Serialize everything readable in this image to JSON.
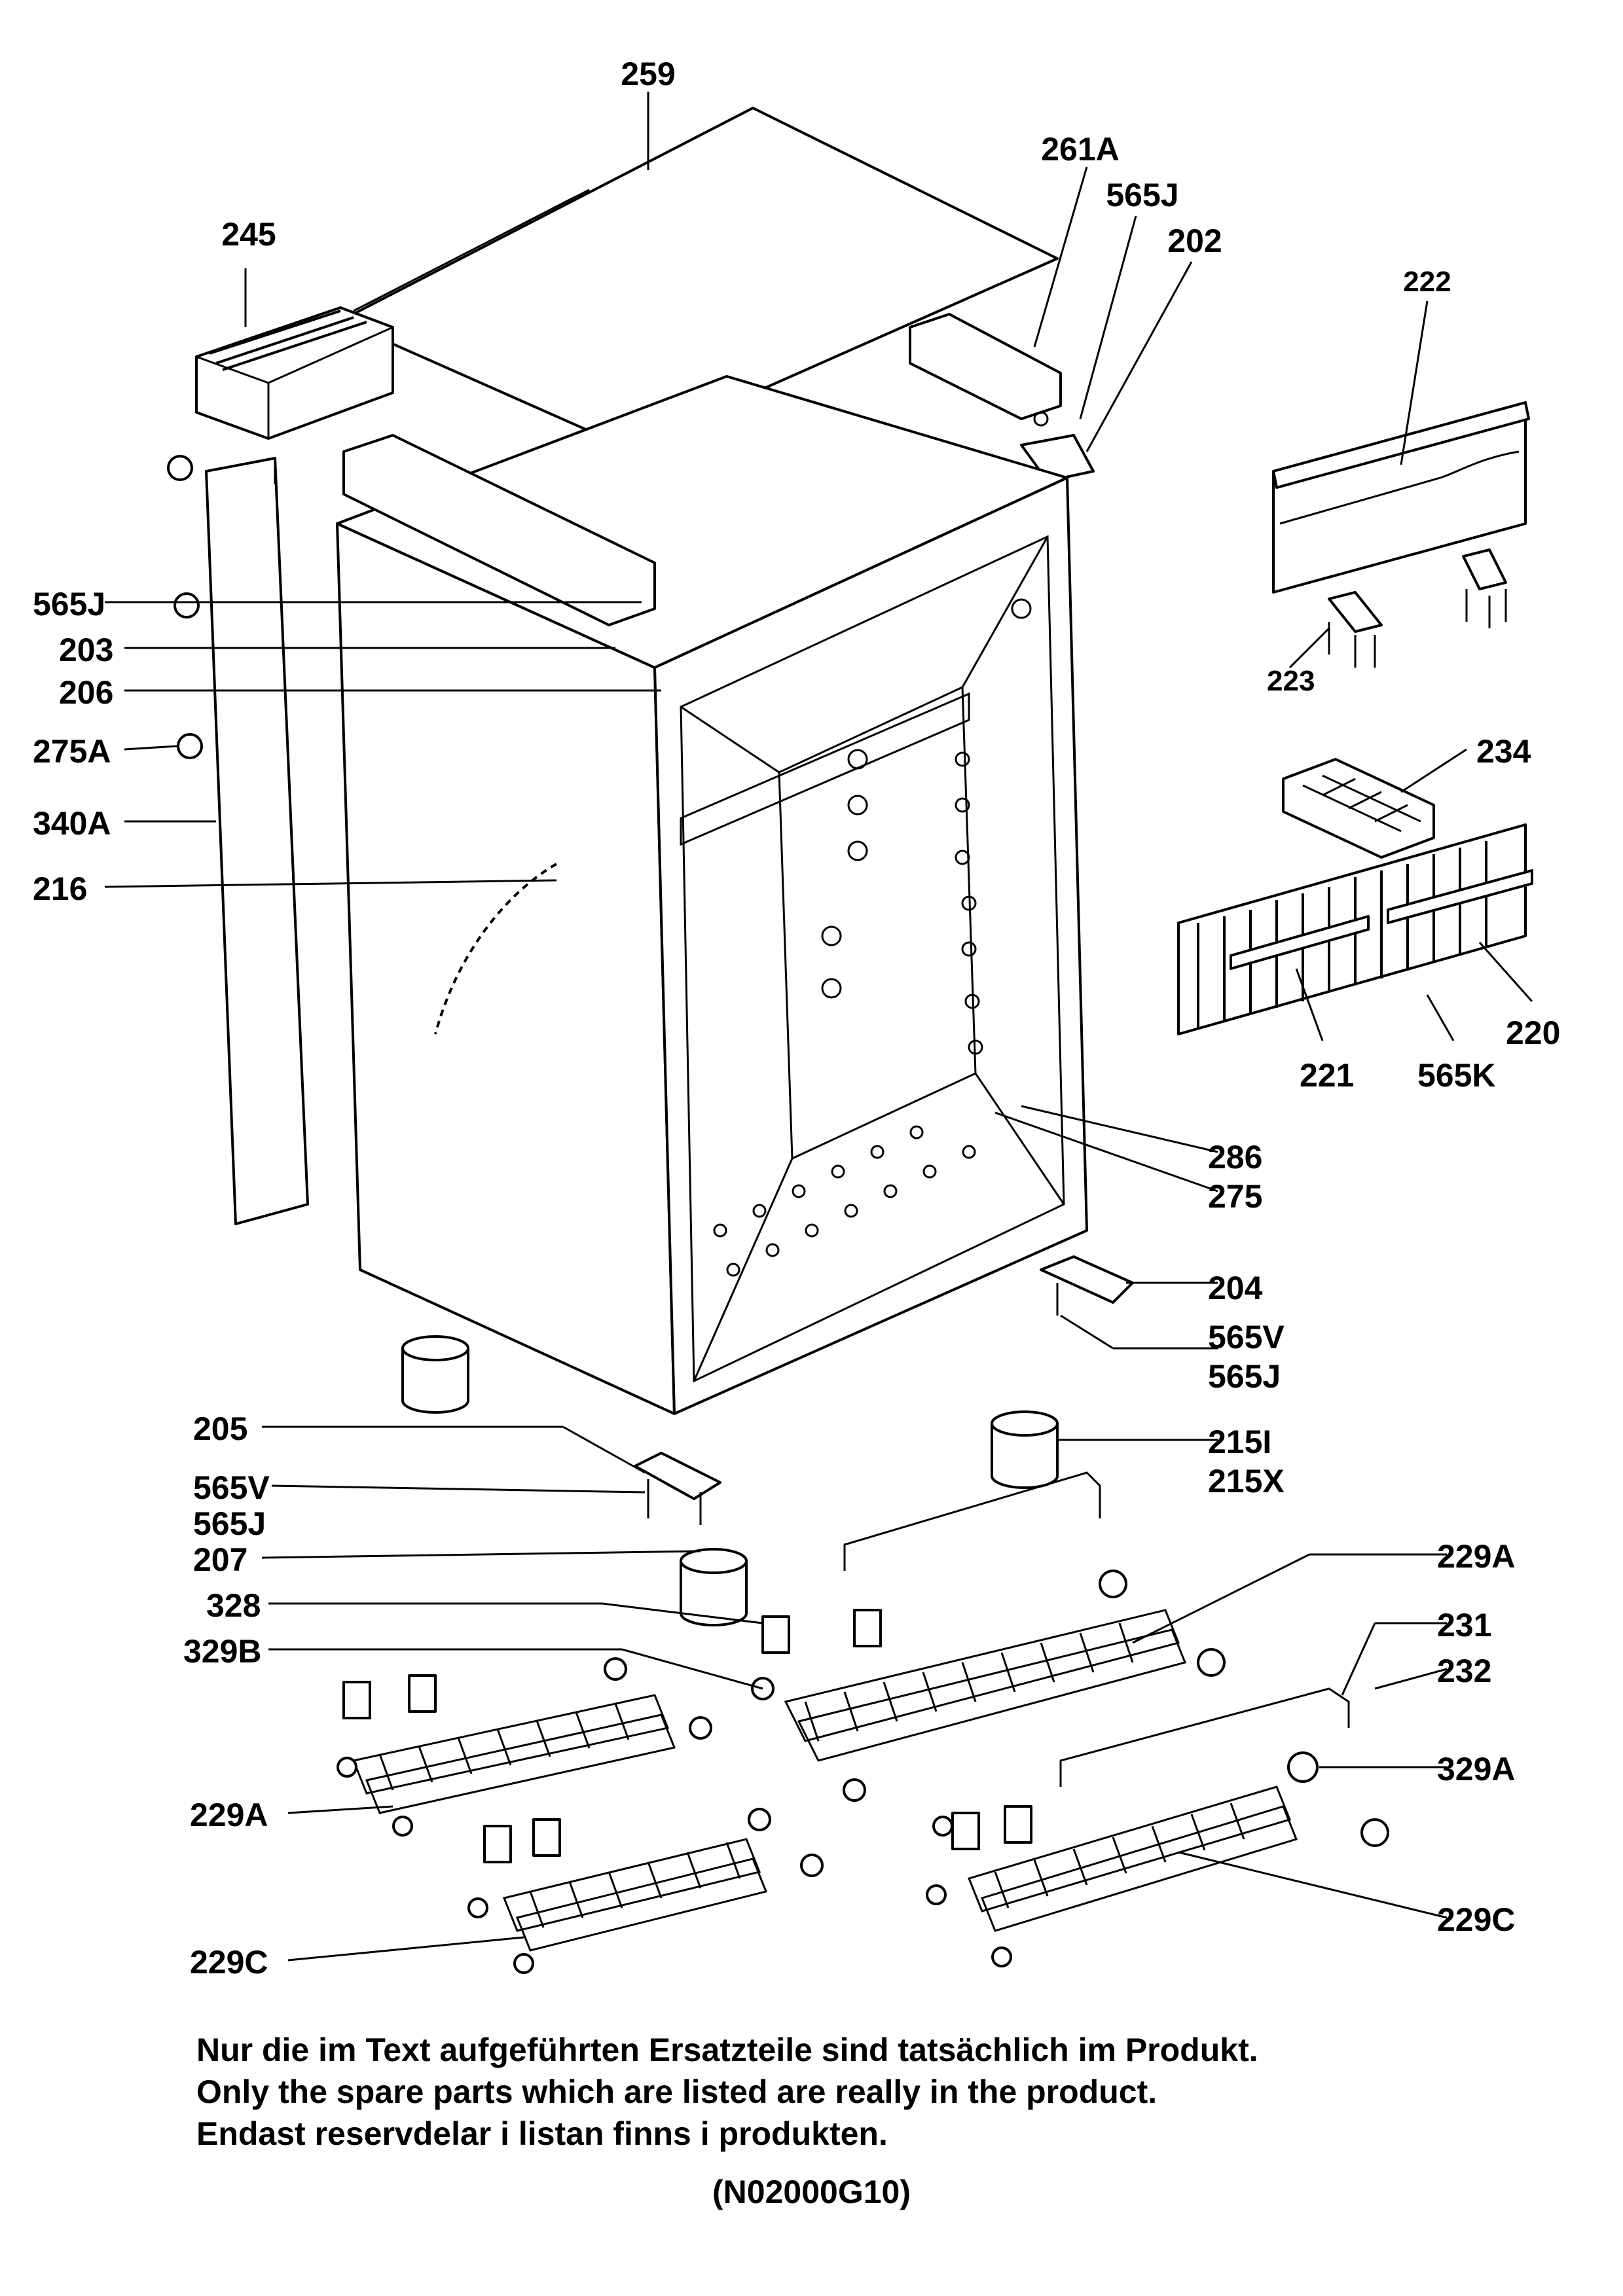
{
  "callouts": [
    {
      "id": "259",
      "text": "259"
    },
    {
      "id": "261A",
      "text": "261A"
    },
    {
      "id": "565J_top",
      "text": "565J"
    },
    {
      "id": "202",
      "text": "202"
    },
    {
      "id": "245",
      "text": "245"
    },
    {
      "id": "222",
      "text": "222"
    },
    {
      "id": "565J_mid",
      "text": "565J"
    },
    {
      "id": "203",
      "text": "203"
    },
    {
      "id": "206",
      "text": "206"
    },
    {
      "id": "223",
      "text": "223"
    },
    {
      "id": "275A",
      "text": "275A"
    },
    {
      "id": "234",
      "text": "234"
    },
    {
      "id": "340A",
      "text": "340A"
    },
    {
      "id": "216",
      "text": "216"
    },
    {
      "id": "220",
      "text": "220"
    },
    {
      "id": "221",
      "text": "221"
    },
    {
      "id": "565K",
      "text": "565K"
    },
    {
      "id": "286",
      "text": "286"
    },
    {
      "id": "275",
      "text": "275"
    },
    {
      "id": "204",
      "text": "204"
    },
    {
      "id": "565V_r",
      "text": "565V"
    },
    {
      "id": "565J_r",
      "text": "565J"
    },
    {
      "id": "205",
      "text": "205"
    },
    {
      "id": "215I",
      "text": "215I"
    },
    {
      "id": "215X",
      "text": "215X"
    },
    {
      "id": "565V_l",
      "text": "565V"
    },
    {
      "id": "565J_l",
      "text": "565J"
    },
    {
      "id": "207",
      "text": "207"
    },
    {
      "id": "229A_r",
      "text": "229A"
    },
    {
      "id": "328",
      "text": "328"
    },
    {
      "id": "231",
      "text": "231"
    },
    {
      "id": "329B",
      "text": "329B"
    },
    {
      "id": "232",
      "text": "232"
    },
    {
      "id": "329A",
      "text": "329A"
    },
    {
      "id": "229A_l",
      "text": "229A"
    },
    {
      "id": "229C_r",
      "text": "229C"
    },
    {
      "id": "229C_l",
      "text": "229C"
    }
  ],
  "notes": {
    "de": "Nur die im Text aufgeführten Ersatzteile sind tatsächlich im Produkt.",
    "en": "Only the spare parts which are listed are really in the product.",
    "sv": "Endast reservdelar i listan finns i produkten."
  },
  "drawing_code": "(N02000G10)"
}
